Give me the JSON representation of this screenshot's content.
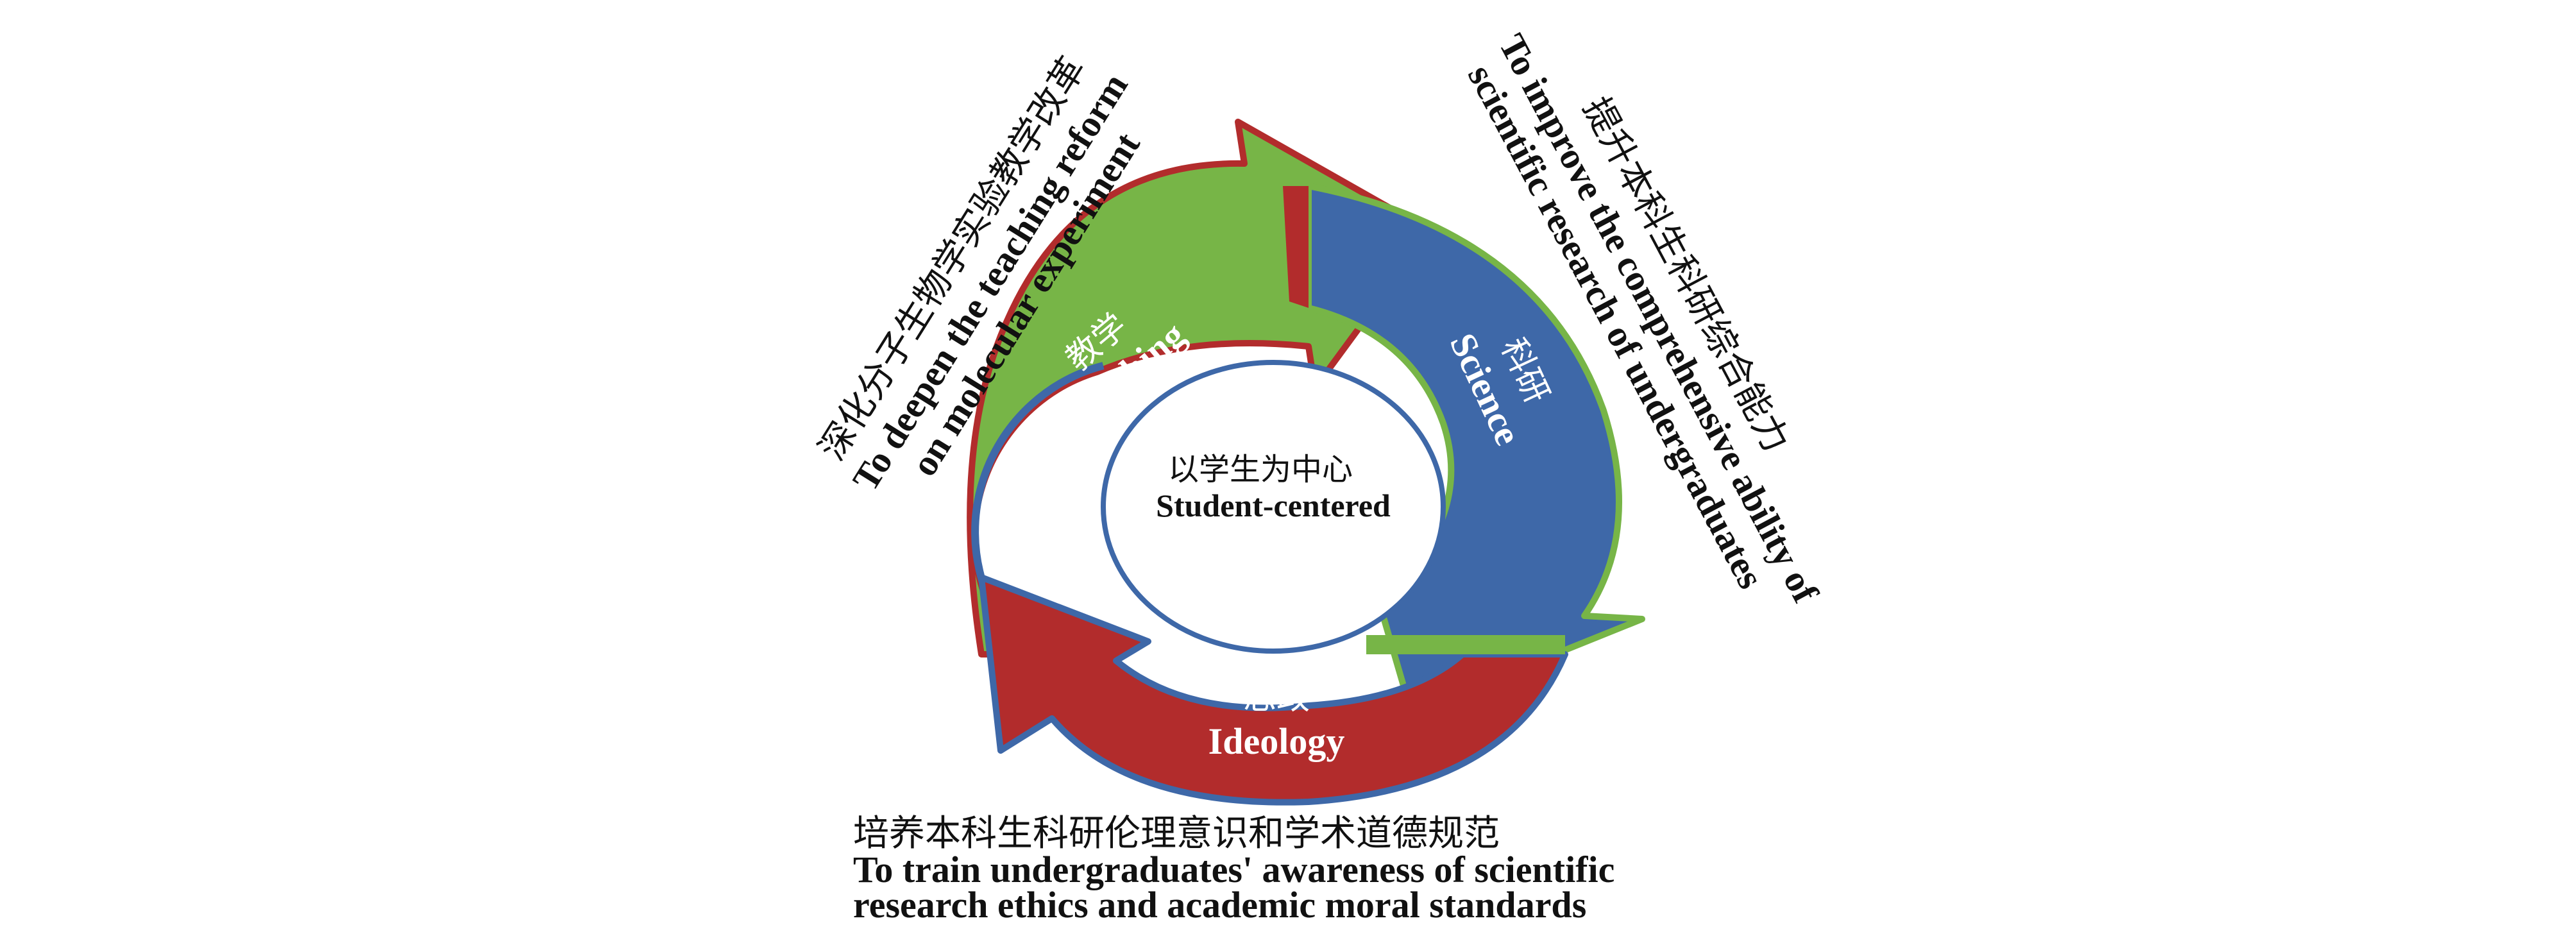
{
  "diagram": {
    "center": {
      "label_zh": "以学生为中心",
      "label_en": "Student-centered"
    },
    "segments": [
      {
        "id": "teaching",
        "label_zh": "教学",
        "label_en": "Teaching",
        "color": "#77b547",
        "outline": "#b22c2c"
      },
      {
        "id": "science",
        "label_zh": "科研",
        "label_en": "Science",
        "color": "#3e68a8",
        "outline": "#77b547"
      },
      {
        "id": "ideology",
        "label_zh": "思政",
        "label_en": "Ideology",
        "color": "#b22c2c",
        "outline": "#3e68a8"
      }
    ],
    "goals": {
      "teaching": {
        "zh": "深化分子生物学实验教学改革",
        "en_line1": "To deepen the teaching reform",
        "en_line2": "on molecular experiment"
      },
      "science": {
        "zh": "提升本科生科研综合能力",
        "en_line1": "To improve the comprehensive ability of",
        "en_line2": "scientific research of undergraduates"
      },
      "ideology": {
        "zh": "培养本科生科研伦理意识和学术道德规范",
        "en_line1": "To train undergraduates' awareness of scientific",
        "en_line2": "research ethics and academic moral standards"
      }
    }
  }
}
